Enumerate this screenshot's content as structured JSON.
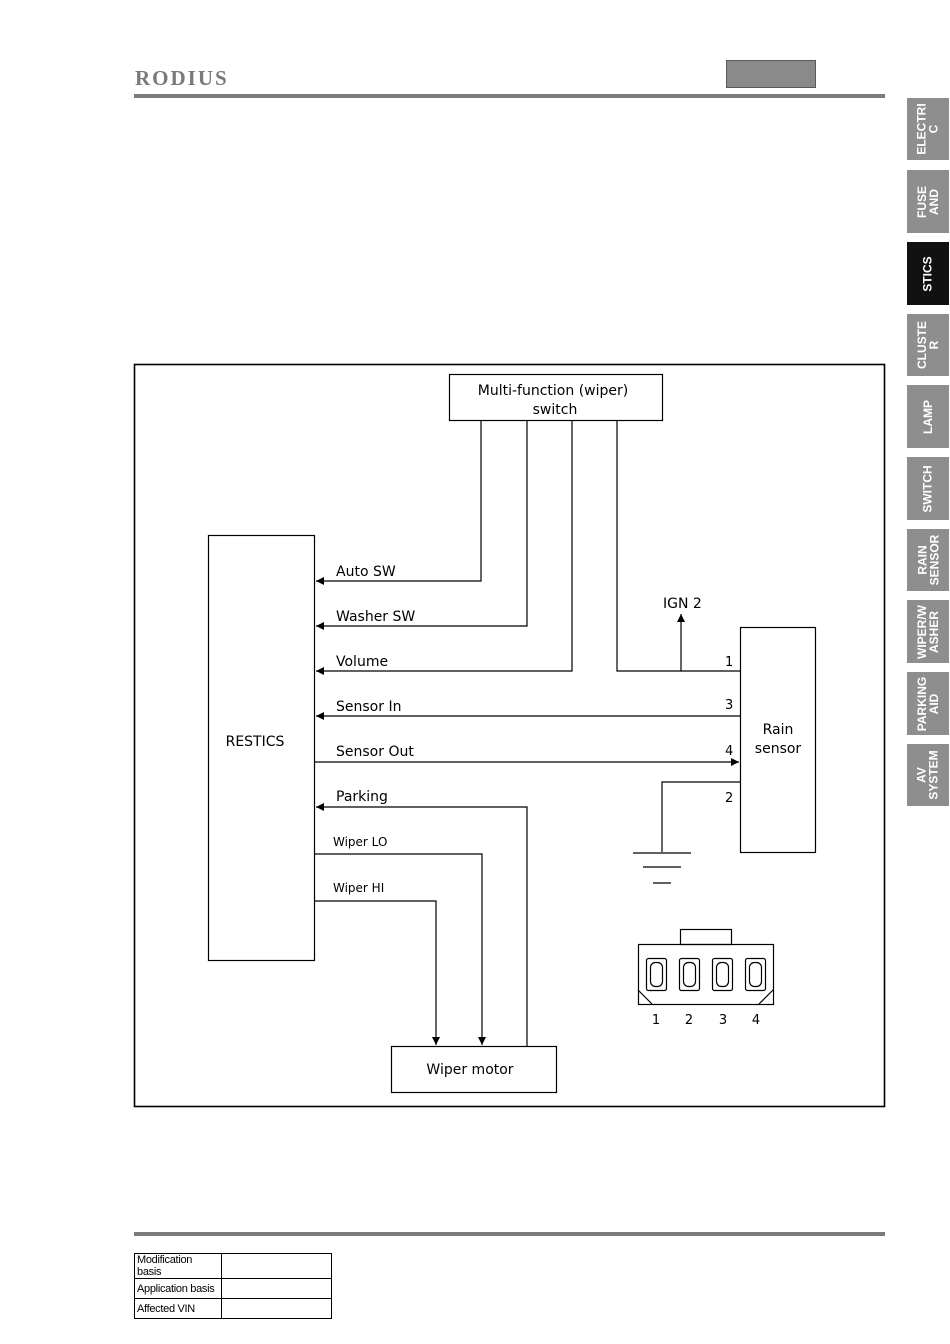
{
  "header": {
    "logo": "RODIUS"
  },
  "side_tabs": [
    {
      "label": "ELECTRI\nC",
      "active": false
    },
    {
      "label": "FUSE\nAND",
      "active": false
    },
    {
      "label": "STICS",
      "active": true
    },
    {
      "label": "CLUSTE\nR",
      "active": false
    },
    {
      "label": "LAMP",
      "active": false
    },
    {
      "label": "SWITCH",
      "active": false
    },
    {
      "label": "RAIN\nSENSOR",
      "active": false
    },
    {
      "label": "WIPER/W\nASHER",
      "active": false
    },
    {
      "label": "PARKING\nAID",
      "active": false
    },
    {
      "label": "AV\nSYSTEM",
      "active": false
    }
  ],
  "diagram": {
    "mf_switch": {
      "line1": "Multi-function (wiper)",
      "line2": "switch"
    },
    "restics": "RESTICS",
    "rain_sensor": {
      "line1": "Rain",
      "line2": "sensor"
    },
    "wiper_motor": "Wiper motor",
    "ign": "IGN 2",
    "signals": {
      "auto_sw": "Auto SW",
      "washer_sw": "Washer SW",
      "volume": "Volume",
      "sensor_in": "Sensor In",
      "sensor_out": "Sensor Out",
      "parking": "Parking",
      "wiper_lo": "Wiper LO",
      "wiper_hi": "Wiper HI"
    },
    "sensor_pins": {
      "p1": "1",
      "p3": "3",
      "p4": "4",
      "p2": "2"
    },
    "connector_pins": [
      "1",
      "2",
      "3",
      "4"
    ]
  },
  "footer_table": {
    "rows": [
      {
        "label": "Modification basis",
        "value": ""
      },
      {
        "label": "Application basis",
        "value": ""
      },
      {
        "label": "Affected VIN",
        "value": ""
      }
    ]
  }
}
